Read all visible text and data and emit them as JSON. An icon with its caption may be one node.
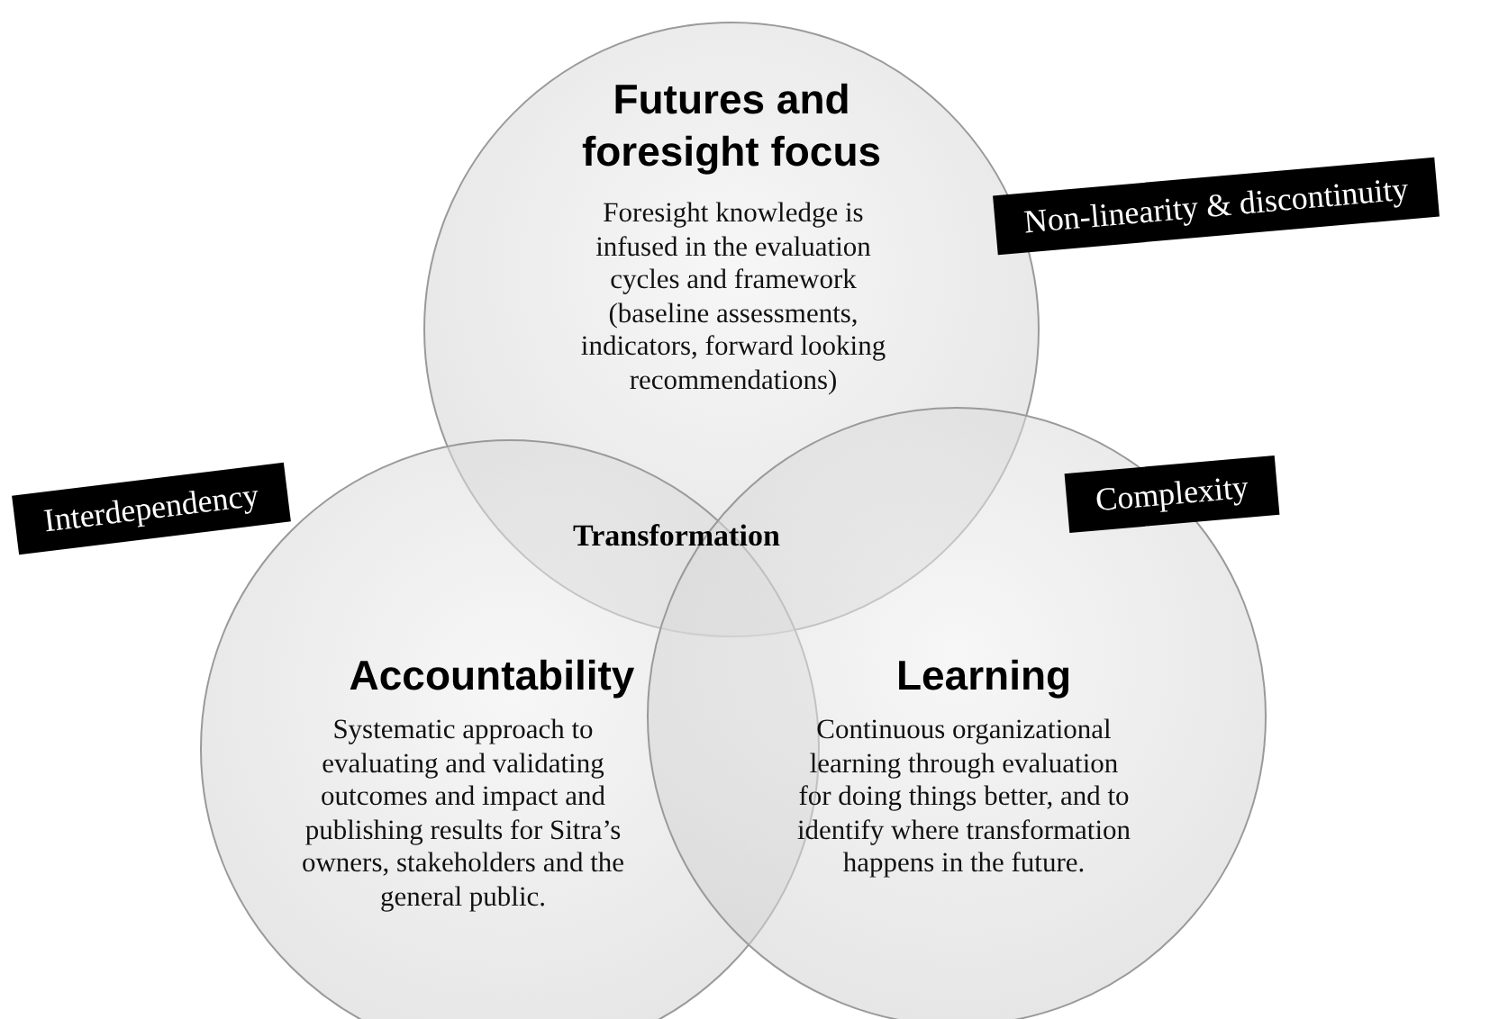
{
  "diagram": {
    "nodes": [
      {
        "text": [
          "Futures and foresight focus",
          "Foresight knowledge is infused in the evaluation cycles and framework (baseline assessments, indicators, forward looking recommendations)"
        ]
      },
      {
        "text": [
          "Accountability",
          "Systematic approach to evaluating and validating outcomes and impact and publishing results for Sitra’s owners, stakeholders and the general public."
        ]
      },
      {
        "text": [
          "Learning",
          "Continuous organizational learning through evaluation for doing things better, and to identify where transformation happens in the future."
        ]
      },
      {
        "text": [
          "Non-linearity & discontinuity"
        ]
      },
      {
        "text": [
          "Interdependency"
        ]
      },
      {
        "text": [
          "Complexity"
        ]
      }
    ],
    "edges": [],
    "labels": [
      "Transformation"
    ]
  }
}
